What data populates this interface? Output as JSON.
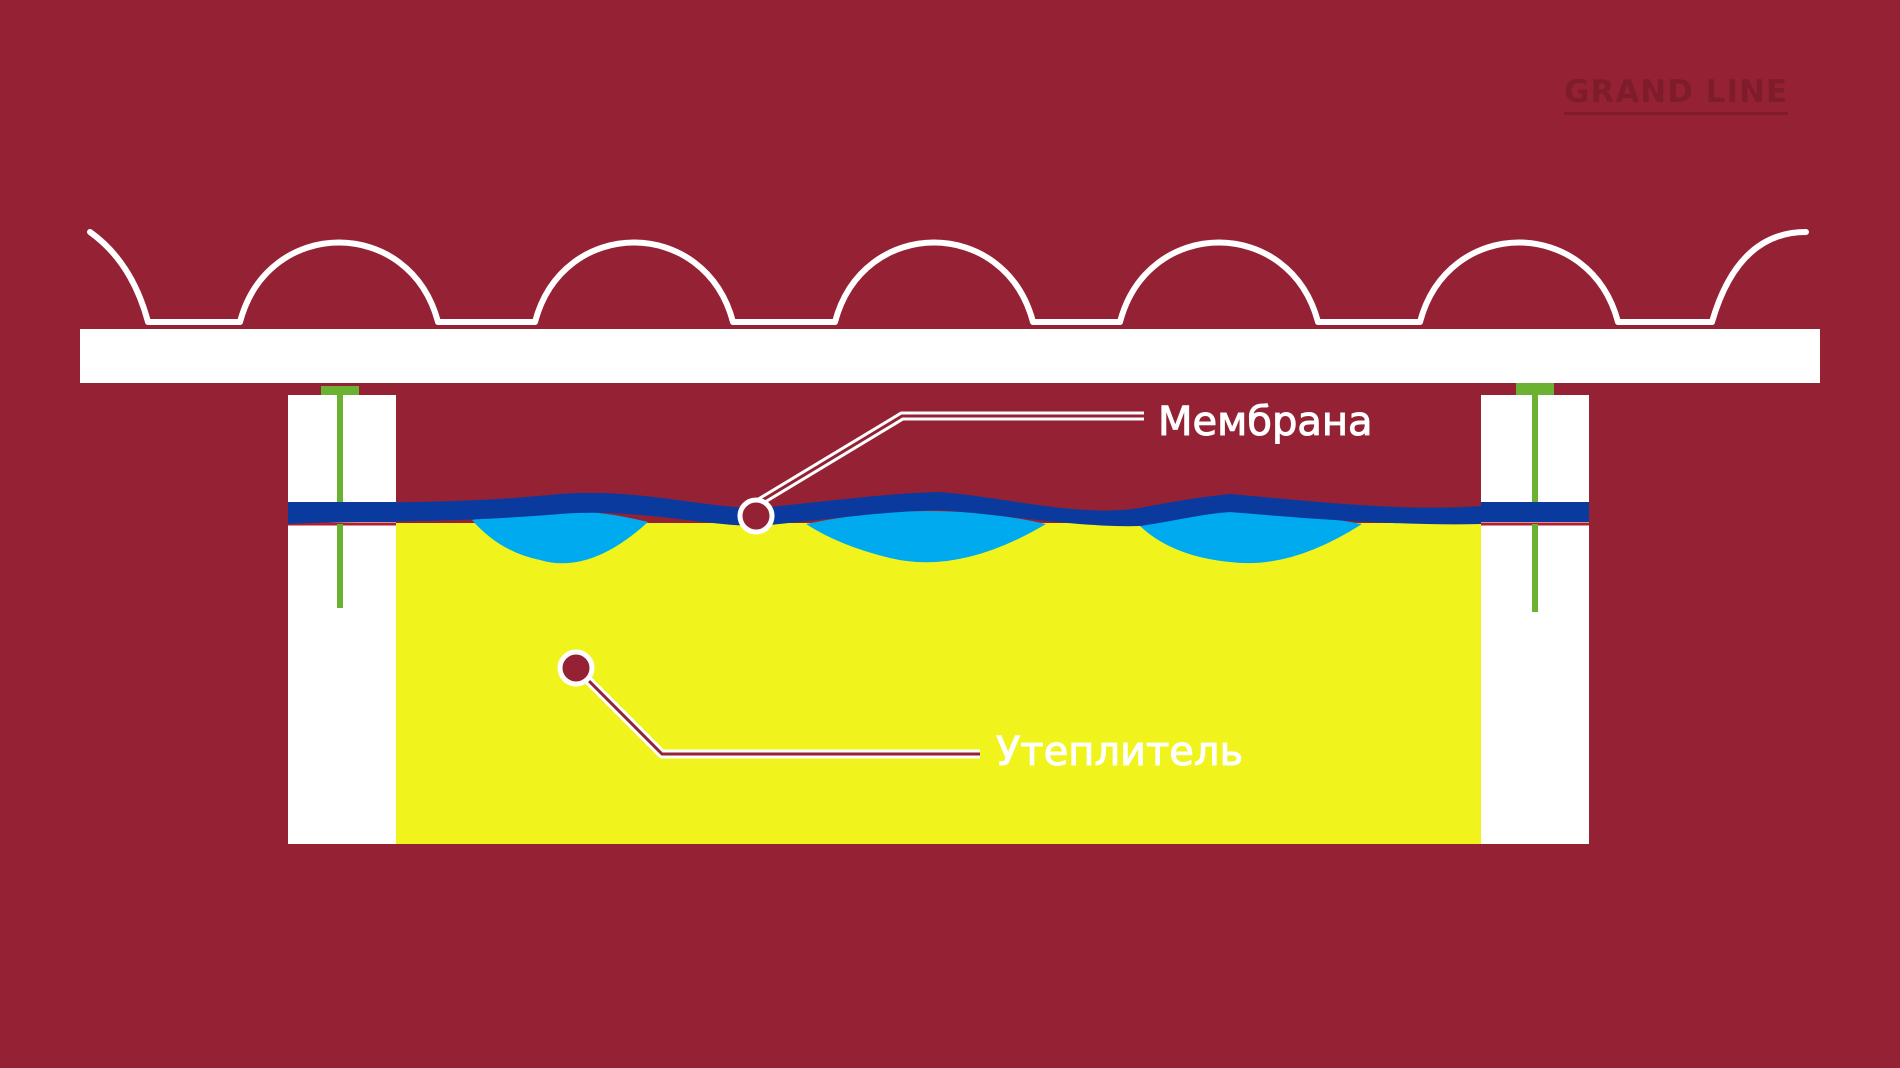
{
  "brand": {
    "logo_text": "GRAND LINE"
  },
  "labels": {
    "membrane": "Мембрана",
    "insulation": "Утеплитель"
  },
  "colors": {
    "background": "#952234",
    "roofing": "#ffffff",
    "membrane": "#0a3a9e",
    "condensate": "#00aaee",
    "insulation": "#f0f41c",
    "fasteners": "#6cb232",
    "callout_line": "#ffffff",
    "logo": "#7a1c2a"
  }
}
